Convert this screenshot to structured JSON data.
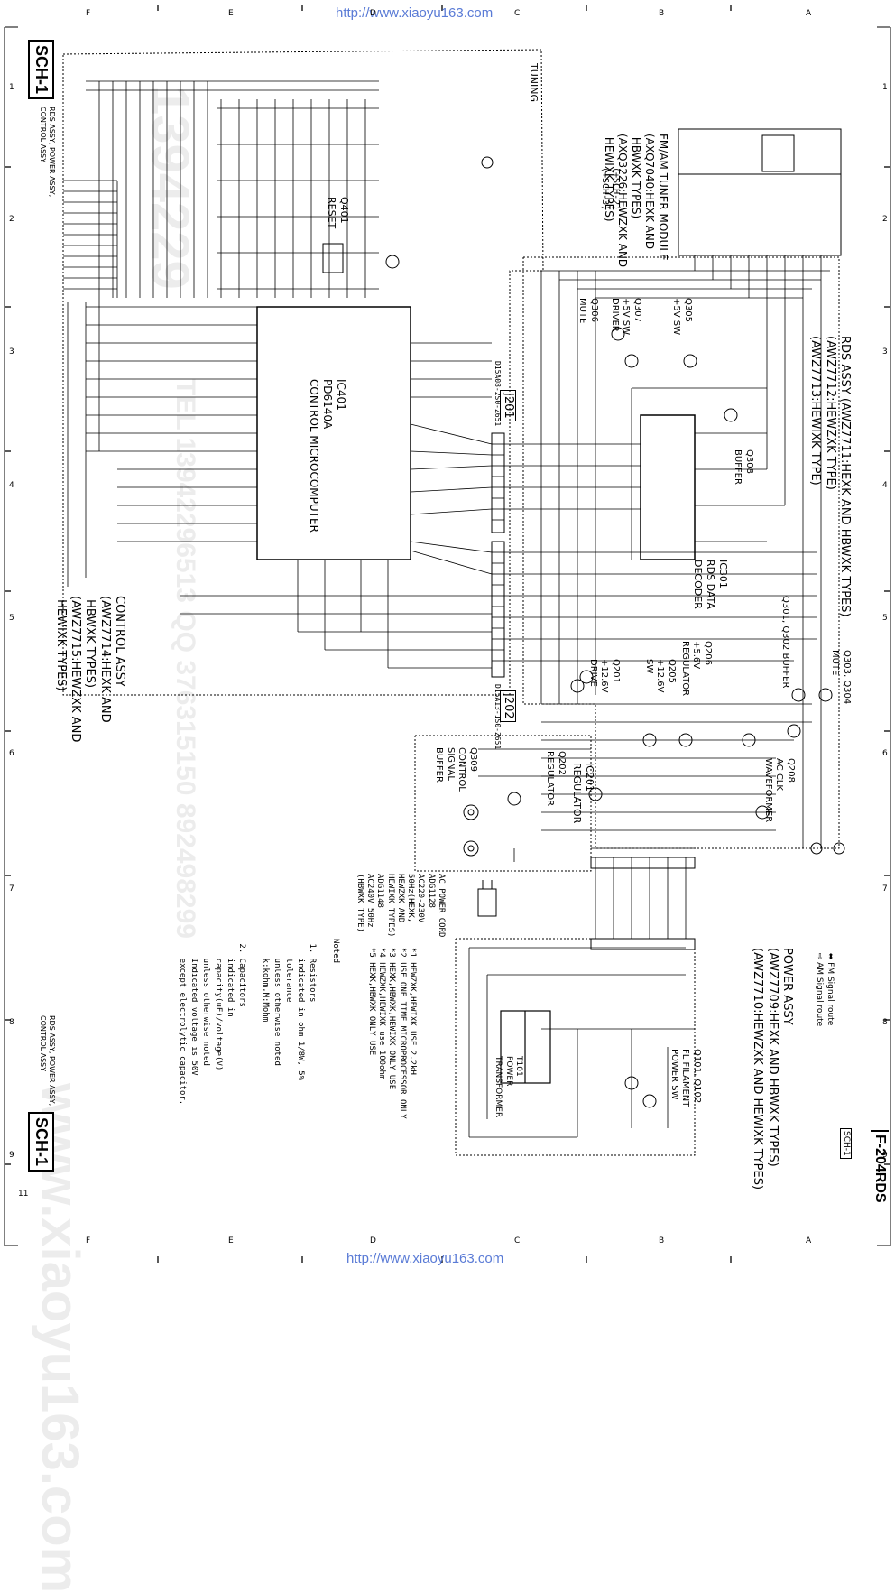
{
  "urls": {
    "top": "http://www.xiaoyu163.com",
    "bottom": "http://www.xiaoyu163.com"
  },
  "grid": {
    "top_letters": [
      "F",
      "E",
      "D",
      "C",
      "B",
      "A"
    ],
    "bottom_letters": [
      "F",
      "E",
      "D",
      "C",
      "B",
      "A"
    ],
    "numbers": [
      "1",
      "2",
      "3",
      "4",
      "5",
      "6",
      "7",
      "8",
      "9"
    ],
    "page_ref": "11"
  },
  "sheet": {
    "tag_left_top": "SCH-1",
    "tag_left_bottom": "SCH-1",
    "sub_left_top": "RDS ASSY, POWER ASSY,\nCONTROL ASSY",
    "sub_left_bottom": "RDS ASSY, POWER ASSY,\nCONTROL ASSY",
    "tag_right_small": "SCH-1",
    "model": "F-204RDS"
  },
  "blocks": {
    "tuner_module": "FM/AM TUNER MODULE\n(AXQ7040:HEXK AND\n HBWXK TYPES)\n(AXQ3226:HEWZXK AND\n HEWIXK TYPES)",
    "tuner_note1": "(+SCH-2)",
    "tuner_note2": "(+SCH-3)",
    "rds_assy": "RDS ASSY (AWZ7711:HEXK AND HBWXK TYPES)\n(AWZ7712:HEWZXK TYPE)\n(AWZ7713:HEWIXK TYPE)",
    "control_assy": "CONTROL ASSY\n(AWZ7714:HEXK AND\n HBWXK TYPES)\n(AWZ7715:HEWZXK AND\n HEWIXK TYPES)",
    "power_assy": "POWER ASSY\n(AWZ7709:HEXK AND HBWXK TYPES)\n(AWZ7710:HEWZXK AND HEWIXK TYPES)",
    "ic401": "IC401\nPD6140A\nCONTROL MICROCOMPUTER",
    "ic301": "IC301\nRDS DATA\nDECODER",
    "ic201": "IC201\nREGULATOR"
  },
  "labels": {
    "tuning": "TUNING",
    "q401": "Q401\nRESET",
    "q306": "Q306\nMUTE",
    "q307": "Q307\n+5V SW\nDRIVER",
    "q305": "Q305\n+5V SW",
    "q308": "Q308\nBUFFER",
    "q301": "Q301, Q302 BUFFER",
    "q303": "Q303, Q304\nMUTE",
    "q206": "Q206\n+5.6V\nREGULATOR",
    "q205": "Q205\n+12.6V\nSW",
    "q201": "Q201\n+12.6V\nDRIVE",
    "q202": "Q202\nREGULATOR",
    "q208": "Q208\nAC CLK\nWAVEFORMER",
    "q309": "Q309\nCONTROL\nSIGNAL\nBUFFER",
    "q101": "Q101, Q102\nFL FILAMENT\nPOWER SW",
    "t101": "T101\nPOWER\nTRANSFORMER",
    "cn1": "AC POWER CORD\nADG1128\nAC220-230V\n50Hz(HEXK,\nHEWZXK AND\nHEWIXK TYPES)\nADG1148\nAC240V 50Hz\n(HBWXK TYPE)",
    "j201": "J201",
    "j202": "J202",
    "j201_part": "D15A08-2S0-Z651",
    "j202_part": "D15A13-1S0-Z651"
  },
  "legend": {
    "fm": "FM Signal route",
    "am": "AM Signal route"
  },
  "types_notes": "*1 HEWZXK,HEWIXK USE 2.2kH\n*2 USE ONE TIME MICROPROCESSOR ONLY\n*3 HEXK,HBWXK,HEWIXK ONLY USE\n*4 HEWZXK,HEWIXK use 100ohm\n*5 HEXK,HBWXK ONLY USE",
  "notes": "Noted\n\n 1. Resistors\n    indicated in ohm 1/8W, 5%\n    tolerance\n    unless otherwise noted\n    k:kohm,M:Mohm\n\n 2. Capacitors\n    indicated in\n    capacity(uF)/voltage(V)\n    unless otherwise noted\n    Indicated voltage is 50V\n    except electrolytic capacitor."
}
